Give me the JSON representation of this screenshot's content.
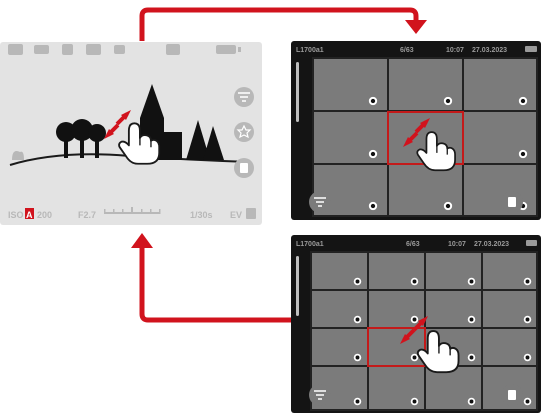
{
  "colors": {
    "arrow": "#d1131d",
    "screen_bg": "#e3e3e3",
    "ui_gray": "#b8b8b8",
    "gallery_bg": "#141414",
    "tile": "#7b7b7b",
    "tile_line": "#222222",
    "selection": "#c41a1a"
  },
  "live_view": {
    "top_icons": [
      "camera-mode-icon",
      "scene-icon",
      "flash-icon",
      "picture-style-icon",
      "face-icon",
      "stabilizer-icon",
      "battery-icon"
    ],
    "mode_text": "ISO A 200",
    "aperture": "F2.7",
    "exposure_scale": "-3 ... 0 ... +3",
    "shutter": "1/30s",
    "exposure_comp": "EV",
    "side_buttons": [
      "filter-icon",
      "star-icon",
      "delete-icon"
    ]
  },
  "gallery_top": {
    "camera_id": "L1700a1",
    "count": "6/63",
    "time": "10:07",
    "date": "27.03.2023",
    "grid": "3x3",
    "filter_icon": "filter-icon",
    "delete_icon": "delete-icon"
  },
  "gallery_bottom": {
    "camera_id": "L1700a1",
    "count": "6/63",
    "time": "10:07",
    "date": "27.03.2023",
    "grid": "4x4",
    "filter_icon": "filter-icon",
    "delete_icon": "delete-icon"
  },
  "gestures": {
    "live_view": "pinch-in",
    "gallery_3x3": "pinch-in",
    "gallery_4x4": "pinch-out"
  }
}
